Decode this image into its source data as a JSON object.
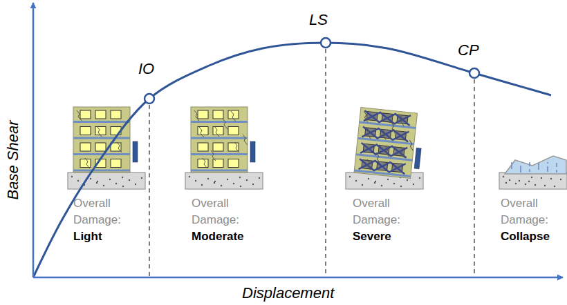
{
  "diagram": {
    "labels": [
      "Base Shear",
      "Displacement",
      "IO",
      "LS",
      "CP",
      "Overall Damage:",
      "Light",
      "Overall Damage:",
      "Moderate",
      "Overall Damage:",
      "Severe",
      "Overall Damage:",
      "Collapse"
    ]
  }
}
